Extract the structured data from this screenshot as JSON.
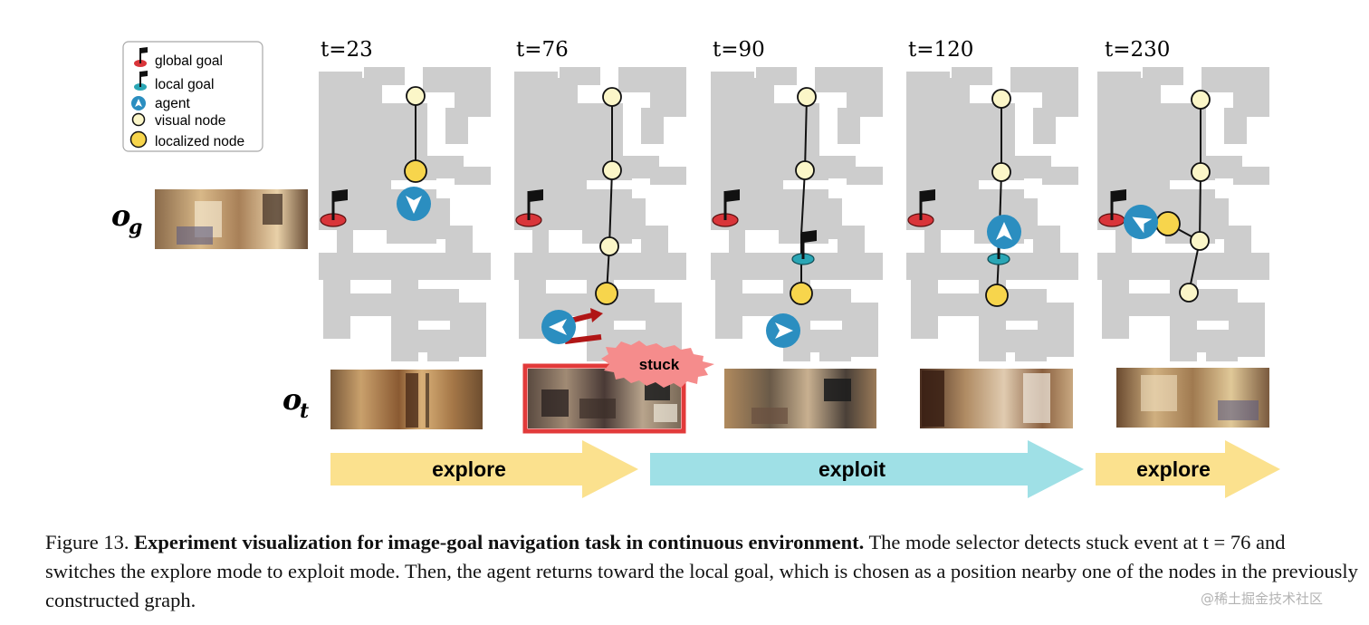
{
  "legend": {
    "global_goal": "global goal",
    "local_goal": "local goal",
    "agent": "agent",
    "visual_node": "visual node",
    "localized_node": "localized node"
  },
  "labels": {
    "og_base": "o",
    "og_sub": "g",
    "ot_base": "o",
    "ot_sub": "t"
  },
  "timesteps": [
    "t=23",
    "t=76",
    "t=90",
    "t=120",
    "t=230"
  ],
  "stuck_label": "stuck",
  "phases": [
    "explore",
    "exploit",
    "explore"
  ],
  "colors": {
    "map_gray": "#cdcdcd",
    "visual_node": "#fbf6c8",
    "localized_node": "#f7d54c",
    "agent": "#2b8ec0",
    "global_flag_base": "#d9353a",
    "local_flag_base": "#2aa6b5",
    "explore_arrow": "#fbe18e",
    "exploit_arrow": "#9fe0e6",
    "stuck_red": "#e23a3a",
    "stuck_burst": "#f58c8c"
  },
  "caption": {
    "label": "Figure 13.",
    "title": "Experiment visualization for image-goal navigation task in continuous environment.",
    "body": "The mode selector detects stuck event at t = 76 and switches the explore mode to exploit mode. Then, the agent returns toward the local goal, which is chosen as a position nearby one of the nodes in the previously constructed graph."
  },
  "watermark": "@稀土掘金技术社区"
}
